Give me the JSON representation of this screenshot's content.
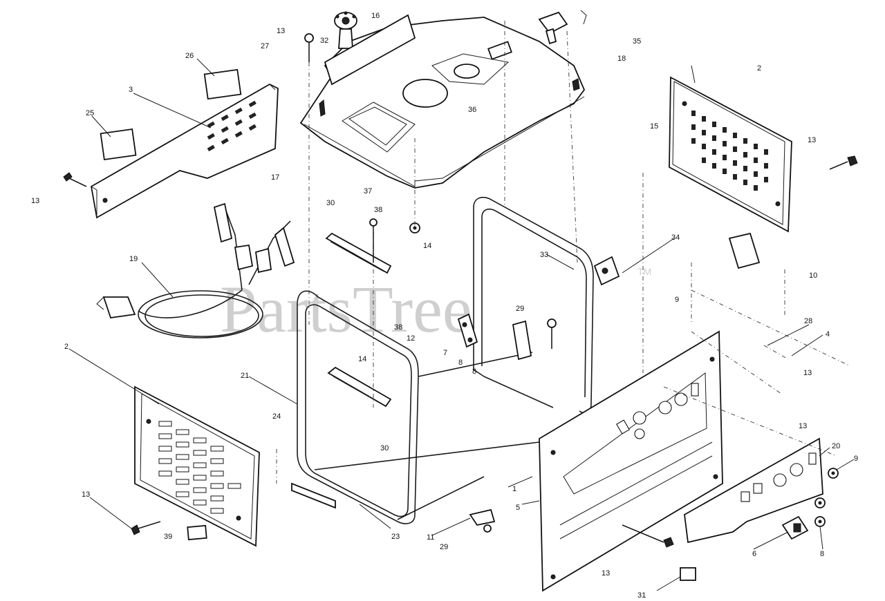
{
  "watermark": "PartsTree",
  "trademark": "TM",
  "callouts": [
    {
      "id": "c13a",
      "label": "13"
    },
    {
      "id": "c27",
      "label": "27"
    },
    {
      "id": "c32",
      "label": "32"
    },
    {
      "id": "c16",
      "label": "16"
    },
    {
      "id": "c35",
      "label": "35"
    },
    {
      "id": "c18",
      "label": "18"
    },
    {
      "id": "c26",
      "label": "26"
    },
    {
      "id": "c3",
      "label": "3"
    },
    {
      "id": "c25",
      "label": "25"
    },
    {
      "id": "c13b",
      "label": "13"
    },
    {
      "id": "c36",
      "label": "36"
    },
    {
      "id": "c2a",
      "label": "2"
    },
    {
      "id": "c15",
      "label": "15"
    },
    {
      "id": "c13c",
      "label": "13"
    },
    {
      "id": "c17",
      "label": "17"
    },
    {
      "id": "c37",
      "label": "37"
    },
    {
      "id": "c30a",
      "label": "30"
    },
    {
      "id": "c38a",
      "label": "38"
    },
    {
      "id": "c14a",
      "label": "14"
    },
    {
      "id": "c34",
      "label": "34"
    },
    {
      "id": "c19",
      "label": "19"
    },
    {
      "id": "c33",
      "label": "33"
    },
    {
      "id": "c10",
      "label": "10"
    },
    {
      "id": "c9a",
      "label": "9"
    },
    {
      "id": "c29a",
      "label": "29"
    },
    {
      "id": "c38b",
      "label": "38"
    },
    {
      "id": "c12",
      "label": "12"
    },
    {
      "id": "c28",
      "label": "28"
    },
    {
      "id": "c4",
      "label": "4"
    },
    {
      "id": "c7",
      "label": "7"
    },
    {
      "id": "c8a",
      "label": "8"
    },
    {
      "id": "c8b",
      "label": "8"
    },
    {
      "id": "c2b",
      "label": "2"
    },
    {
      "id": "c14b",
      "label": "14"
    },
    {
      "id": "c21",
      "label": "21"
    },
    {
      "id": "c13d",
      "label": "13"
    },
    {
      "id": "c24",
      "label": "24"
    },
    {
      "id": "c13e",
      "label": "13"
    },
    {
      "id": "c30b",
      "label": "30"
    },
    {
      "id": "c20",
      "label": "20"
    },
    {
      "id": "c9b",
      "label": "9"
    },
    {
      "id": "c13f",
      "label": "13"
    },
    {
      "id": "c1",
      "label": "1"
    },
    {
      "id": "c5",
      "label": "5"
    },
    {
      "id": "c39",
      "label": "39"
    },
    {
      "id": "c23",
      "label": "23"
    },
    {
      "id": "c11",
      "label": "11"
    },
    {
      "id": "c29b",
      "label": "29"
    },
    {
      "id": "c6",
      "label": "6"
    },
    {
      "id": "c8c",
      "label": "8"
    },
    {
      "id": "c13g",
      "label": "13"
    },
    {
      "id": "c31",
      "label": "31"
    }
  ]
}
